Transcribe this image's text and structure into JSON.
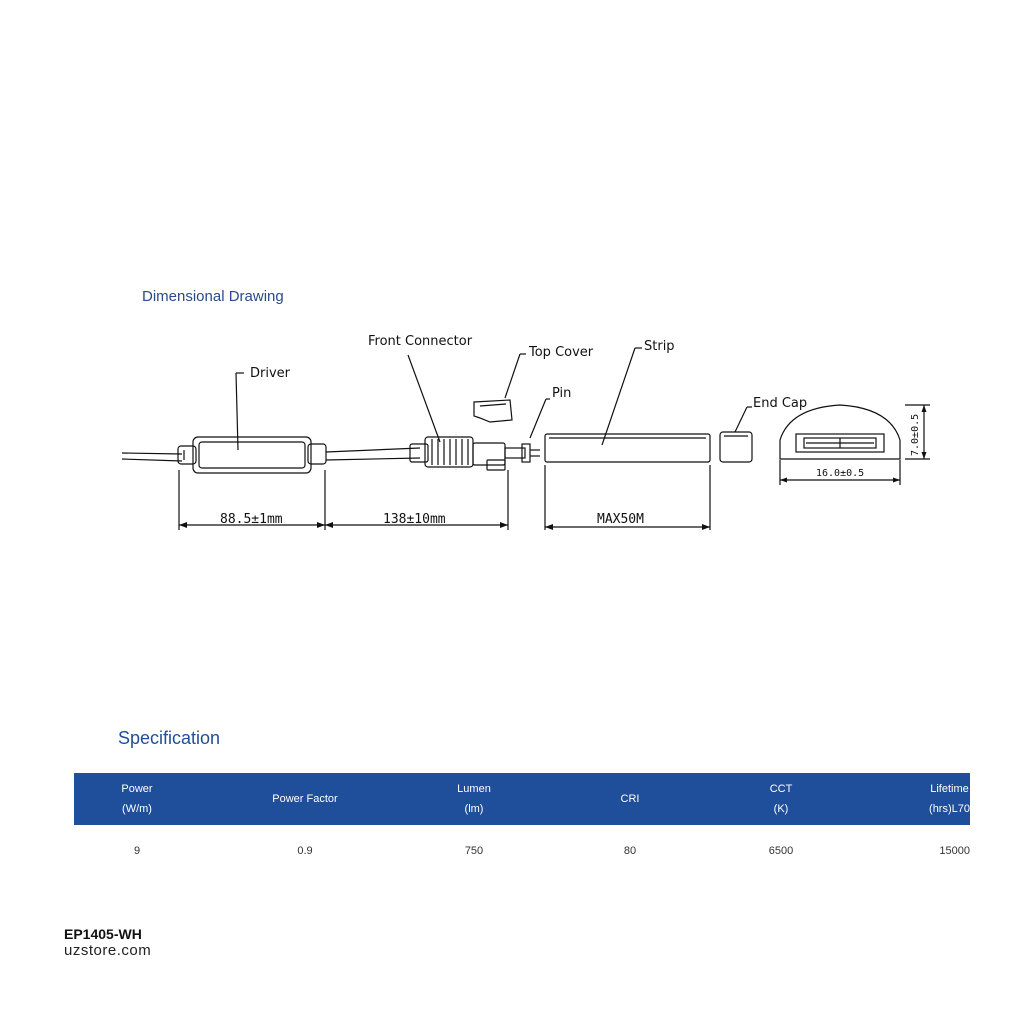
{
  "drawing": {
    "heading": "Dimensional Drawing",
    "labels": {
      "driver": "Driver",
      "front_connector": "Front Connector",
      "top_cover": "Top Cover",
      "pin": "Pin",
      "strip": "Strip",
      "end_cap": "End Cap"
    },
    "dimensions": {
      "driver_length": "88.5±1mm",
      "cable_length": "138±10mm",
      "strip_length": "MAX50M",
      "profile_width": "16.0±0.5",
      "profile_height": "7.0±0.5"
    }
  },
  "spec": {
    "heading": "Specification",
    "headers": [
      {
        "line1": "Power",
        "line2": "(W/m)"
      },
      {
        "line1": "Power Factor",
        "line2": ""
      },
      {
        "line1": "Lumen",
        "line2": "(lm)"
      },
      {
        "line1": "CRI",
        "line2": ""
      },
      {
        "line1": "CCT",
        "line2": "(K)"
      },
      {
        "line1": "Lifetime",
        "line2": "(hrs)L70"
      }
    ],
    "values": [
      "9",
      "0.9",
      "750",
      "80",
      "6500",
      "15000"
    ]
  },
  "footer": {
    "model": "EP1405-WH",
    "site": "uzstore.com"
  }
}
